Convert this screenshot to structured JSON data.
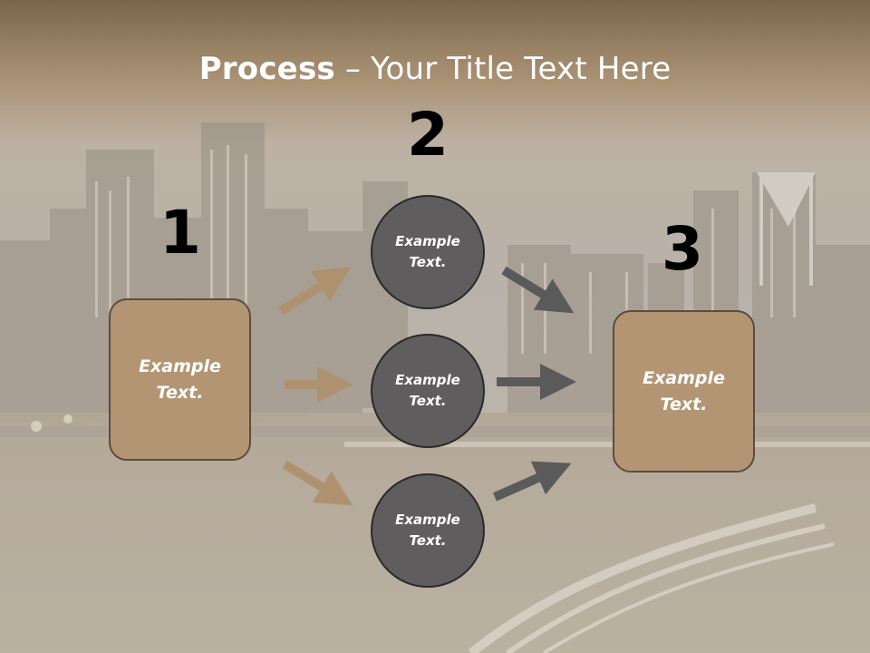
{
  "title": {
    "bold": "Process",
    "rest": " – Your Title Text Here"
  },
  "steps": {
    "one": {
      "number": "1",
      "text": "Example Text."
    },
    "two": {
      "number": "2"
    },
    "three": {
      "number": "3",
      "text": "Example Text."
    }
  },
  "circles": [
    {
      "text": "Example Text."
    },
    {
      "text": "Example Text."
    },
    {
      "text": "Example Text."
    }
  ],
  "colors": {
    "box_fill": "#b39574",
    "circle_fill": "#5f5d5d",
    "arrow_tan": "#ae9270",
    "arrow_gray": "#5a5a5a",
    "header_band": "#8a7456"
  }
}
